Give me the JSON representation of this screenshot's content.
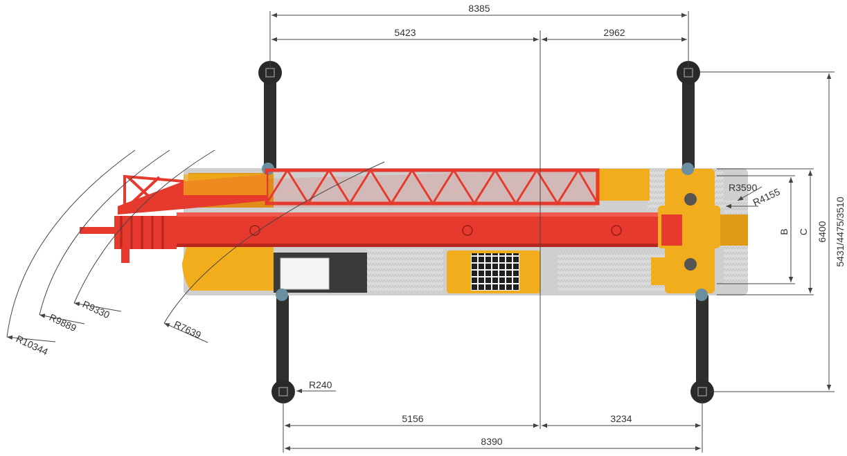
{
  "colors": {
    "boom_red": "#e63a2e",
    "boom_red_dark": "#b7271f",
    "body_yellow": "#f2ad1c",
    "body_yellow_dark": "#d48f10",
    "deck_gray": "#d9d9d9",
    "outrigger_dark": "#2f2f2f",
    "line": "#444444"
  },
  "dimensions": {
    "top_total": "8385",
    "top_left": "5423",
    "top_right": "2962",
    "bottom_total": "8390",
    "bottom_left": "5156",
    "bottom_right": "3234",
    "dim_b": "B",
    "dim_c": "C",
    "width_6400": "6400",
    "outrigger_spans": "5431/4475/3510"
  },
  "radii": {
    "r10344": "R10344",
    "r9889": "R9889",
    "r9330": "R9330",
    "r7639": "R7639",
    "r3590": "R3590",
    "r4155": "R4155",
    "r240": "R240"
  }
}
